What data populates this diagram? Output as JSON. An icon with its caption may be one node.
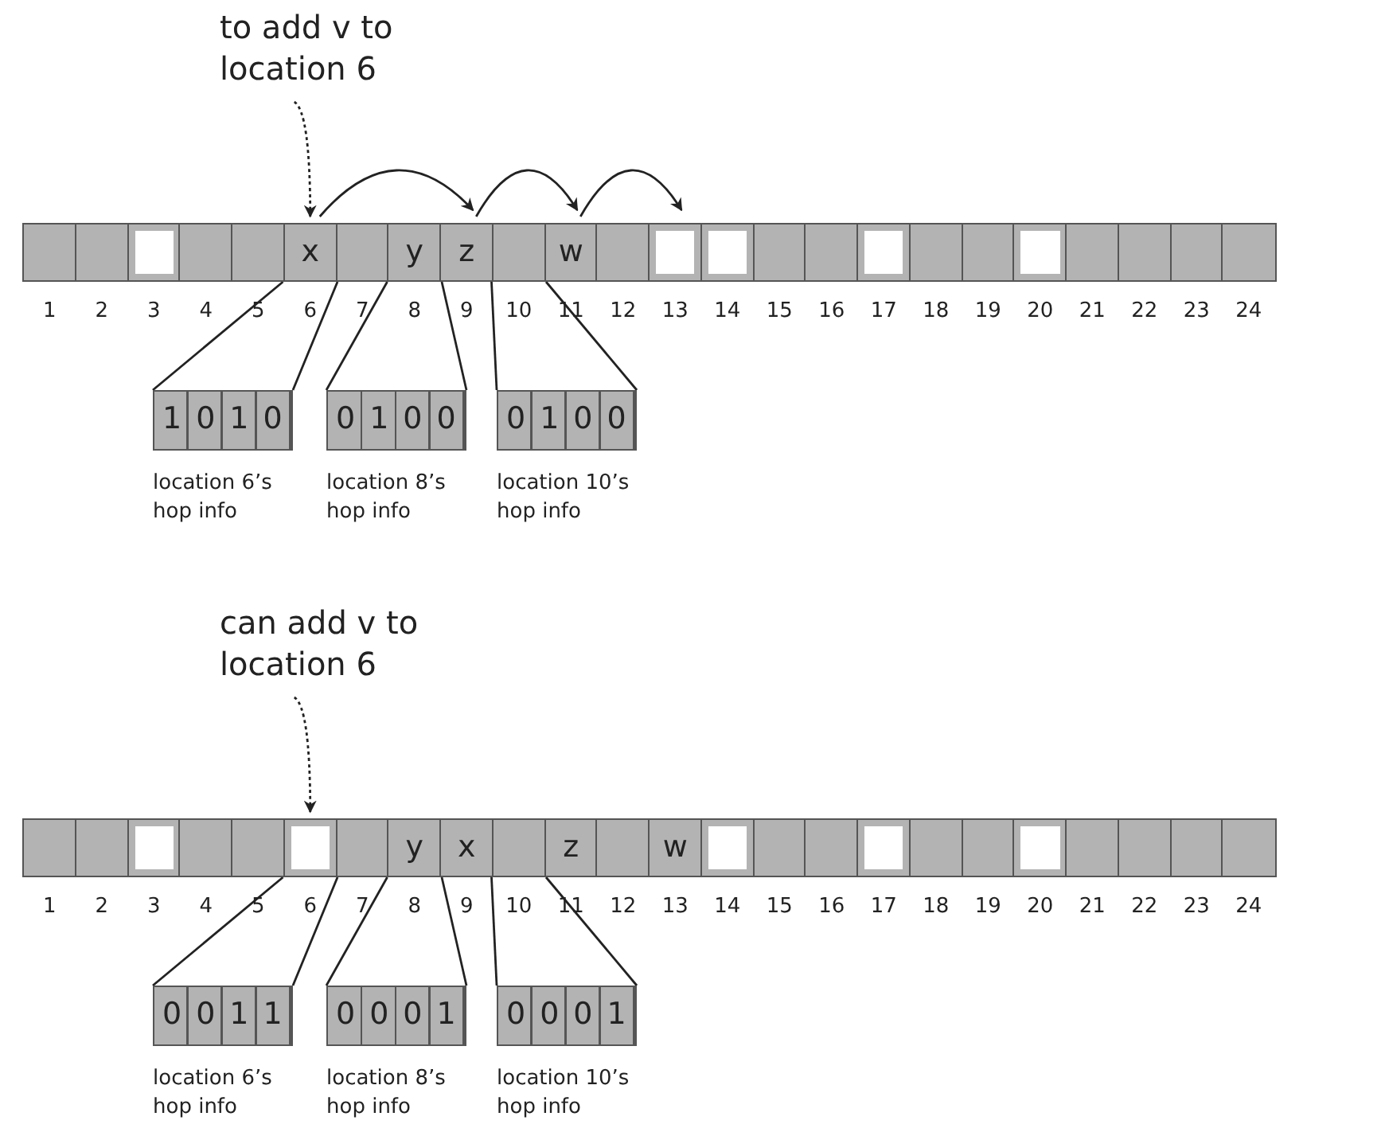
{
  "diagram": {
    "nodes": [
      {
        "text": [
          "to add v to location 6"
        ]
      },
      {
        "text": [],
        "shape": "box",
        "beside": [
          "1"
        ]
      },
      {
        "text": [],
        "shape": "box",
        "beside": [
          "2"
        ]
      },
      {
        "text": [],
        "shape": "box",
        "beside": [
          "3"
        ]
      },
      {
        "text": [],
        "shape": "box",
        "beside": [
          "4"
        ]
      },
      {
        "text": [],
        "shape": "box",
        "beside": [
          "5"
        ]
      },
      {
        "text": [
          "x"
        ],
        "beside": [
          "6"
        ]
      },
      {
        "text": [],
        "shape": "box",
        "beside": [
          "7"
        ]
      },
      {
        "text": [
          "y"
        ],
        "beside": [
          "8"
        ]
      },
      {
        "text": [
          "z"
        ],
        "beside": [
          "9"
        ]
      },
      {
        "text": [],
        "shape": "box",
        "beside": [
          "10"
        ]
      },
      {
        "text": [
          "w"
        ],
        "beside": [
          "11"
        ]
      },
      {
        "text": [],
        "shape": "box",
        "beside": [
          "12"
        ]
      },
      {
        "text": [],
        "shape": "box",
        "beside": [
          "13"
        ]
      },
      {
        "text": [],
        "shape": "box",
        "beside": [
          "14"
        ]
      },
      {
        "text": [],
        "shape": "box",
        "beside": [
          "15"
        ]
      },
      {
        "text": [],
        "shape": "box",
        "beside": [
          "16"
        ]
      },
      {
        "text": [],
        "shape": "box",
        "beside": [
          "17"
        ]
      },
      {
        "text": [],
        "shape": "box",
        "beside": [
          "18"
        ]
      },
      {
        "text": [],
        "shape": "box",
        "beside": [
          "19"
        ]
      },
      {
        "text": [],
        "shape": "box",
        "beside": [
          "20"
        ]
      },
      {
        "text": [],
        "shape": "box",
        "beside": [
          "21"
        ]
      },
      {
        "text": [],
        "shape": "box",
        "beside": [
          "22"
        ]
      },
      {
        "text": [],
        "shape": "box",
        "beside": [
          "23"
        ]
      },
      {
        "text": [],
        "shape": "box",
        "beside": [
          "24"
        ]
      },
      {
        "text": [
          "1010"
        ],
        "beside": [
          "location 6’s hop info"
        ]
      },
      {
        "text": [
          "0100"
        ],
        "beside": [
          "location 8’s hop info"
        ]
      },
      {
        "text": [
          "0100"
        ],
        "beside": [
          "location 10’s hop info"
        ]
      },
      {
        "text": [
          "can add v to location 6"
        ]
      },
      {
        "text": [],
        "shape": "box",
        "beside": [
          "1"
        ]
      },
      {
        "text": [],
        "shape": "box",
        "beside": [
          "2"
        ]
      },
      {
        "text": [],
        "shape": "box",
        "beside": [
          "3"
        ]
      },
      {
        "text": [],
        "shape": "box",
        "beside": [
          "4"
        ]
      },
      {
        "text": [],
        "shape": "box",
        "beside": [
          "5"
        ]
      },
      {
        "text": [],
        "shape": "box",
        "beside": [
          "6"
        ]
      },
      {
        "text": [],
        "shape": "box",
        "beside": [
          "7"
        ]
      },
      {
        "text": [
          "y"
        ],
        "beside": [
          "8"
        ]
      },
      {
        "text": [
          "x"
        ],
        "beside": [
          "9"
        ]
      },
      {
        "text": [],
        "shape": "box",
        "beside": [
          "10"
        ]
      },
      {
        "text": [
          "z"
        ],
        "beside": [
          "11"
        ]
      },
      {
        "text": [],
        "shape": "box",
        "beside": [
          "12"
        ]
      },
      {
        "text": [
          "w"
        ],
        "beside": [
          "13"
        ]
      },
      {
        "text": [],
        "shape": "box",
        "beside": [
          "14"
        ]
      },
      {
        "text": [],
        "shape": "box",
        "beside": [
          "15"
        ]
      },
      {
        "text": [],
        "shape": "box",
        "beside": [
          "16"
        ]
      },
      {
        "text": [],
        "shape": "box",
        "beside": [
          "17"
        ]
      },
      {
        "text": [],
        "shape": "box",
        "beside": [
          "18"
        ]
      },
      {
        "text": [],
        "shape": "box",
        "beside": [
          "19"
        ]
      },
      {
        "text": [],
        "shape": "box",
        "beside": [
          "20"
        ]
      },
      {
        "text": [],
        "shape": "box",
        "beside": [
          "21"
        ]
      },
      {
        "text": [],
        "shape": "box",
        "beside": [
          "22"
        ]
      },
      {
        "text": [],
        "shape": "box",
        "beside": [
          "23"
        ]
      },
      {
        "text": [],
        "shape": "box",
        "beside": [
          "24"
        ]
      },
      {
        "text": [
          "0011"
        ],
        "beside": [
          "location 6’s hop info"
        ]
      },
      {
        "text": [
          "0001"
        ],
        "beside": [
          "location 8’s hop info"
        ]
      },
      {
        "text": [
          "0001"
        ],
        "beside": [
          "location 10’s hop info"
        ]
      }
    ],
    "edges": [
      {
        "from": 0,
        "to": 6,
        "arrow": "to",
        "style": "dashed"
      },
      {
        "from": 6,
        "to": 9,
        "arrow": "to"
      },
      {
        "from": 9,
        "to": 11,
        "arrow": "to"
      },
      {
        "from": 11,
        "to": 13,
        "arrow": "to"
      },
      {
        "from": 25,
        "to": 6,
        "arrow": "none"
      },
      {
        "from": 25,
        "to": 6,
        "arrow": "none"
      },
      {
        "from": 26,
        "to": 8,
        "arrow": "none"
      },
      {
        "from": 26,
        "to": 8,
        "arrow": "none"
      },
      {
        "from": 27,
        "to": 10,
        "arrow": "none"
      },
      {
        "from": 27,
        "to": 10,
        "arrow": "none"
      },
      {
        "from": 28,
        "to": 34,
        "arrow": "to",
        "style": "dashed"
      },
      {
        "from": 53,
        "to": 34,
        "arrow": "none"
      },
      {
        "from": 53,
        "to": 34,
        "arrow": "none"
      },
      {
        "from": 54,
        "to": 36,
        "arrow": "none"
      },
      {
        "from": 54,
        "to": 36,
        "arrow": "none"
      },
      {
        "from": 55,
        "to": 38,
        "arrow": "none"
      },
      {
        "from": 55,
        "to": 38,
        "arrow": "none"
      }
    ]
  }
}
